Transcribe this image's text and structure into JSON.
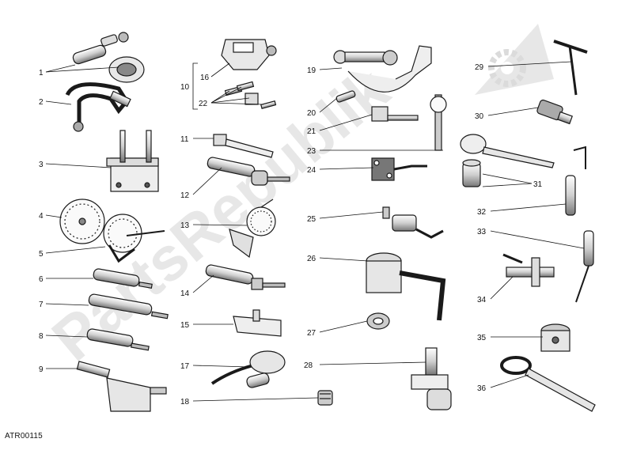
{
  "diagram": {
    "callouts": [
      "1",
      "2",
      "3",
      "4",
      "5",
      "6",
      "7",
      "8",
      "9",
      "10",
      "11",
      "12",
      "13",
      "14",
      "15",
      "16",
      "17",
      "18",
      "19",
      "20",
      "21",
      "22",
      "23",
      "24",
      "25",
      "26",
      "27",
      "28",
      "29",
      "30",
      "31",
      "32",
      "33",
      "34",
      "35",
      "36"
    ],
    "drawing_code": "ATR00115"
  },
  "watermark": {
    "text": "PartsRepublik"
  },
  "colors": {
    "line": "#1a1a1a",
    "fill_light": "#f4f4f4",
    "fill_mid": "#d8d8d8",
    "fill_dark": "#555555",
    "watermark": "#c8c8c8"
  }
}
